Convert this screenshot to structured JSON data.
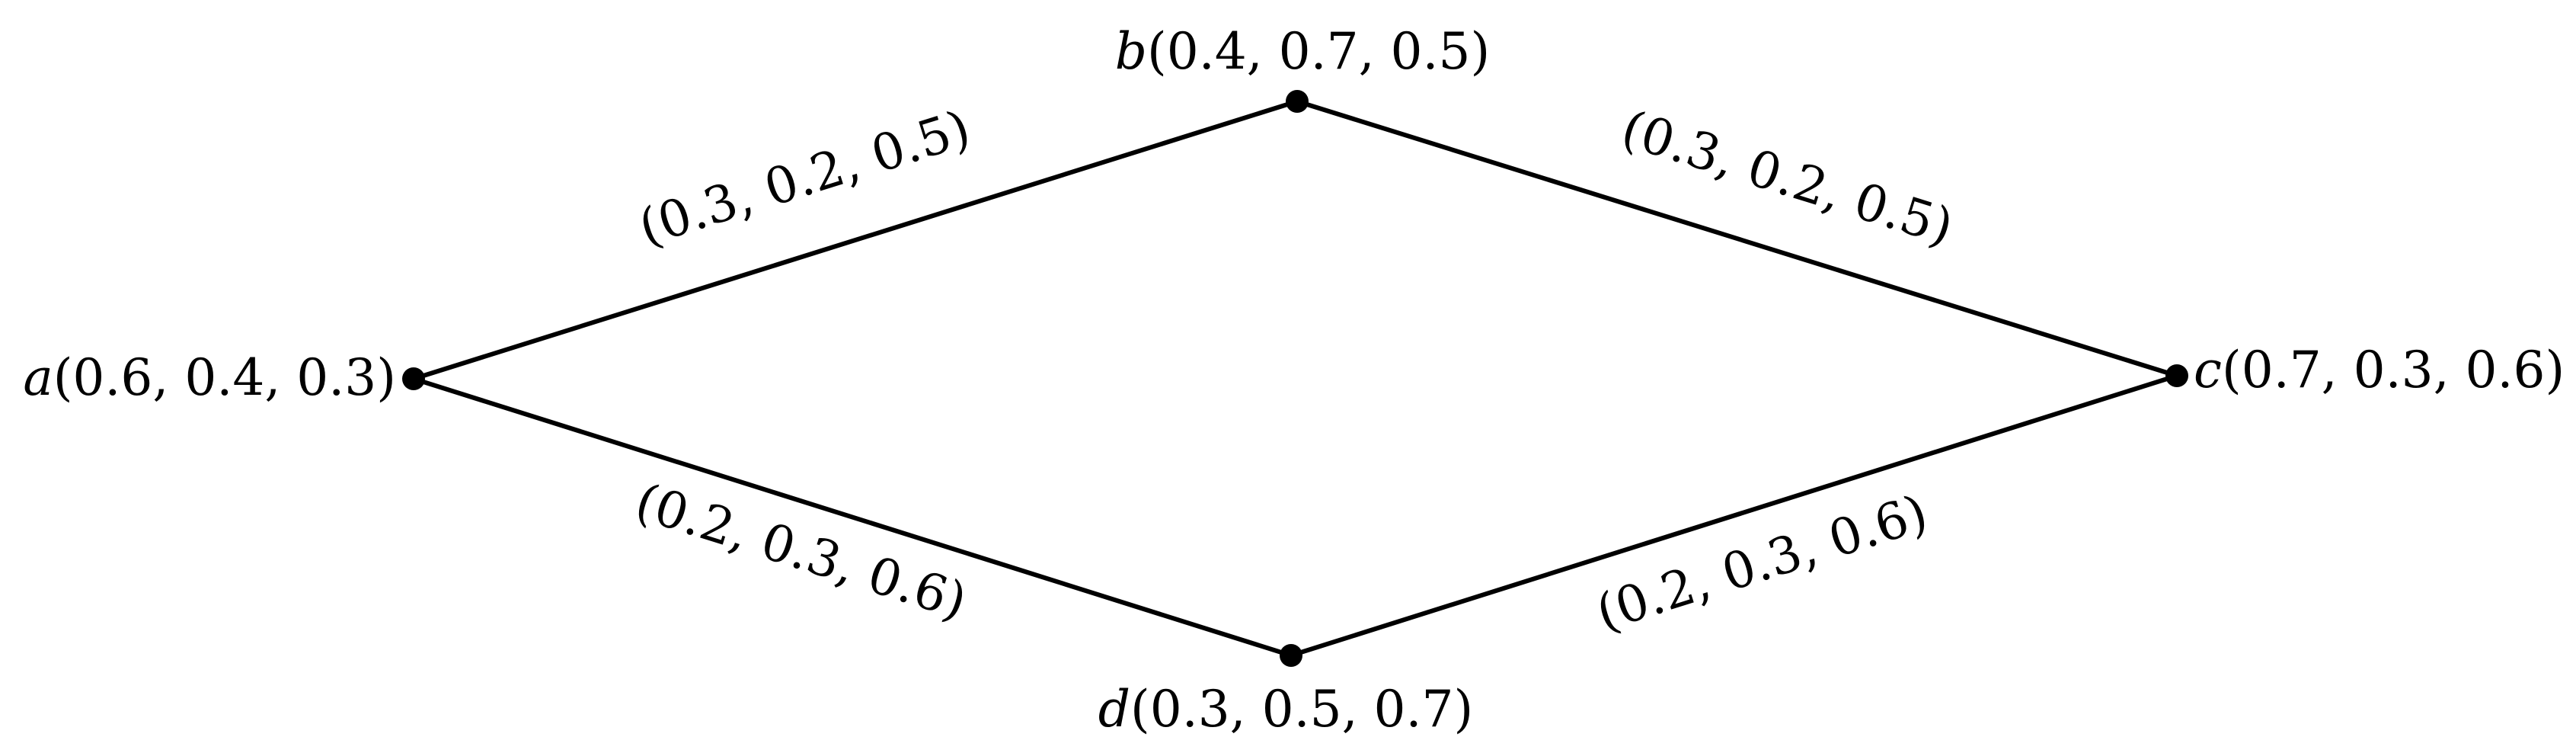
{
  "graph": {
    "vertices": [
      {
        "id": "a",
        "name": "a",
        "values": "(0.6, 0.4, 0.3)"
      },
      {
        "id": "b",
        "name": "b",
        "values": "(0.4, 0.7, 0.5)"
      },
      {
        "id": "c",
        "name": "c",
        "values": "(0.7, 0.3, 0.6)"
      },
      {
        "id": "d",
        "name": "d",
        "values": "(0.3, 0.5, 0.7)"
      }
    ],
    "edges": [
      {
        "id": "ab",
        "from": "a",
        "to": "b",
        "label": "(0.3, 0.2, 0.5)"
      },
      {
        "id": "bc",
        "from": "b",
        "to": "c",
        "label": "(0.3, 0.2, 0.5)"
      },
      {
        "id": "ad",
        "from": "a",
        "to": "d",
        "label": "(0.2, 0.3, 0.6)"
      },
      {
        "id": "dc",
        "from": "d",
        "to": "c",
        "label": "(0.2, 0.3, 0.6)"
      }
    ]
  }
}
